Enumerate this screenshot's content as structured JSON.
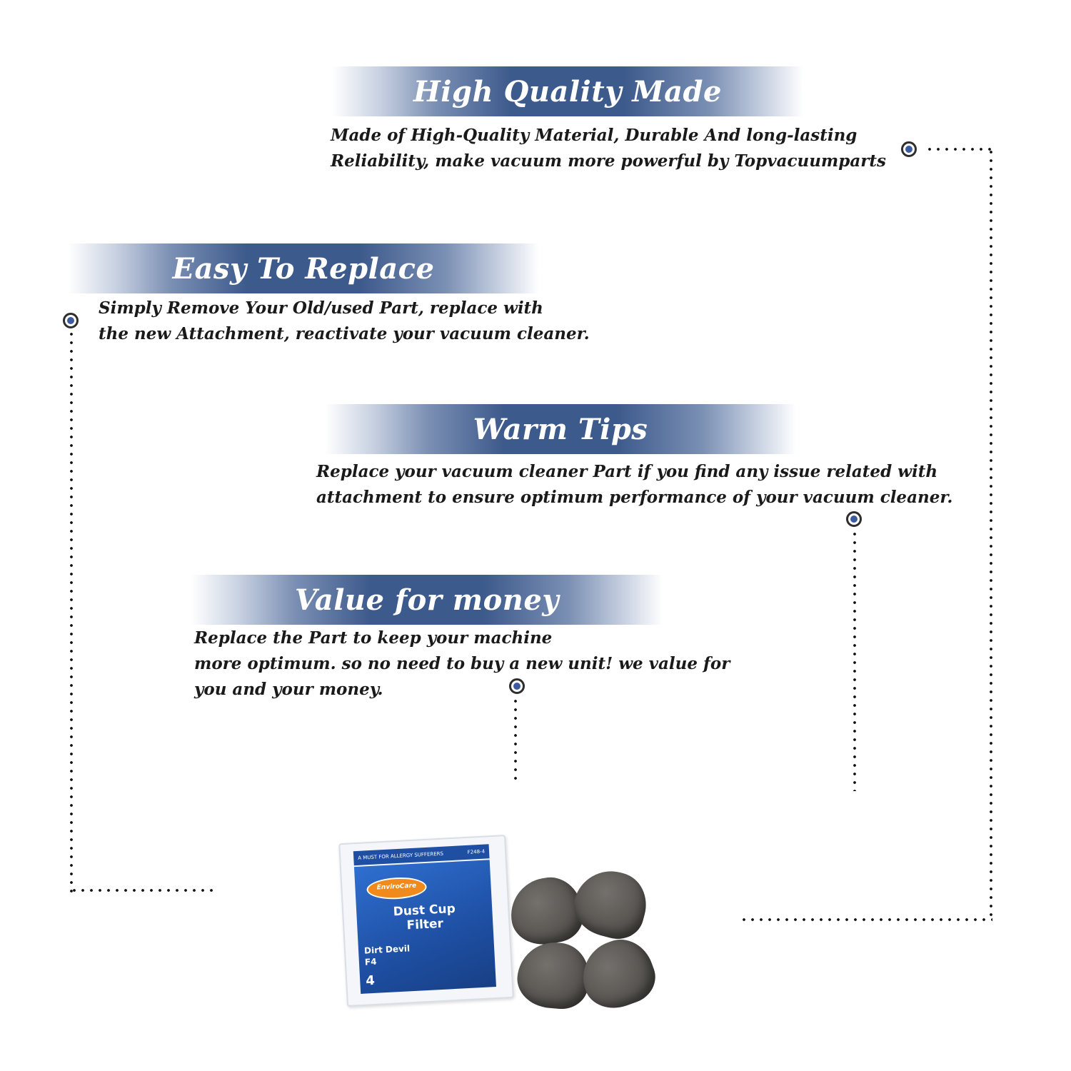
{
  "sections": [
    {
      "title": "High Quality Made",
      "lines": [
        "Made of  High-Quality Material, Durable And long-lasting",
        "Reliability, make vacuum more powerful by Topvacuumparts"
      ]
    },
    {
      "title": "Easy To Replace",
      "lines": [
        "Simply Remove Your Old/used Part, replace with",
        "the new Attachment, reactivate your vacuum cleaner."
      ]
    },
    {
      "title": "Warm Tips",
      "lines": [
        "Replace your vacuum cleaner Part if you find any issue related with",
        " attachment to ensure optimum performance of your vacuum cleaner."
      ]
    },
    {
      "title": "Value for money",
      "lines": [
        "Replace the Part to keep your machine",
        "more optimum. so no need to buy a new unit! we value for",
        "you and your money."
      ]
    }
  ],
  "product": {
    "package_top_text": "A MUST FOR ALLERGY SUFFERERS",
    "package_code": "F248-4",
    "brand": "EnviroCare",
    "title_line1": "Dust Cup",
    "title_line2": "Filter",
    "model_line1": "Dirt Devil",
    "model_line2": "F4",
    "count": "4"
  },
  "colors": {
    "banner_blue": "#3d5a8c",
    "marker_blue": "#3b5aa0"
  }
}
